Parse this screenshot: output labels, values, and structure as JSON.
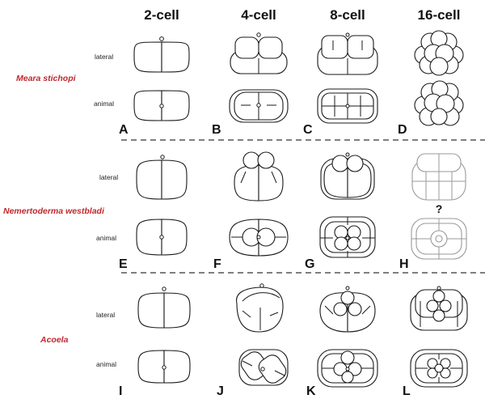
{
  "stages": [
    "2-cell",
    "4-cell",
    "8-cell",
    "16-cell"
  ],
  "species": [
    "Meara stichopi",
    "Nemertoderma westbladi",
    "Acoela"
  ],
  "orientations": [
    "lateral",
    "animal"
  ],
  "panels": [
    "A",
    "B",
    "C",
    "D",
    "E",
    "F",
    "G",
    "H",
    "I",
    "J",
    "K",
    "L"
  ],
  "unknown_marker": "?",
  "colors": {
    "species_label": "#c0282e",
    "unknown_stage": "#9a9a9a",
    "outline": "#1a1a1a"
  }
}
